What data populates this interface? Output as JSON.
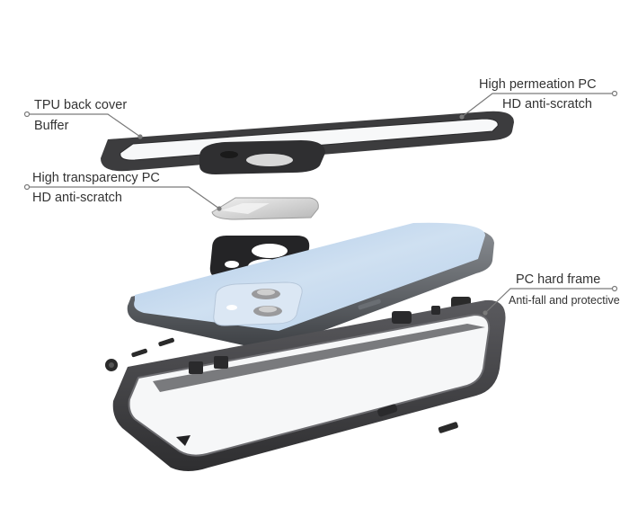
{
  "callouts": {
    "tpu_back_cover": {
      "title": "TPU back cover",
      "subtitle": "Buffer"
    },
    "lens_cover": {
      "title": "High  transparency PC",
      "subtitle": "HD anti-scratch"
    },
    "top_frame": {
      "title": "High permeation PC",
      "subtitle": "HD anti-scratch"
    },
    "hard_frame": {
      "title": "PC hard frame",
      "subtitle": "Anti-fall and protective"
    }
  },
  "colors": {
    "frame_dark": "#3a3a3c",
    "frame_edge": "#56565a",
    "phone_blue": "#c4d9ee",
    "phone_rim": "#5f6368",
    "leader_line": "#7a7a7a",
    "label_text": "#333333"
  }
}
